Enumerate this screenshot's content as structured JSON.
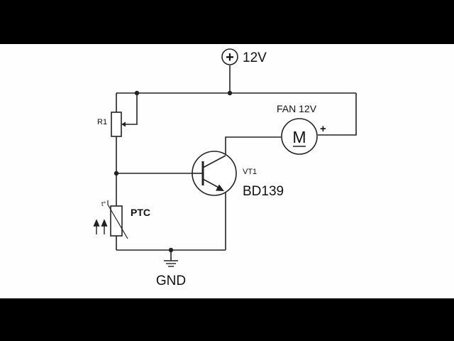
{
  "labels": {
    "supply": "12V",
    "supply_sign": "+",
    "resistor": "R1",
    "fan": "FAN 12V",
    "motor": "M",
    "motor_plus": "+",
    "transistor_ref": "VT1",
    "transistor_model": "BD139",
    "thermistor": "PTC",
    "thermistor_t": "t°",
    "ground": "GND"
  }
}
